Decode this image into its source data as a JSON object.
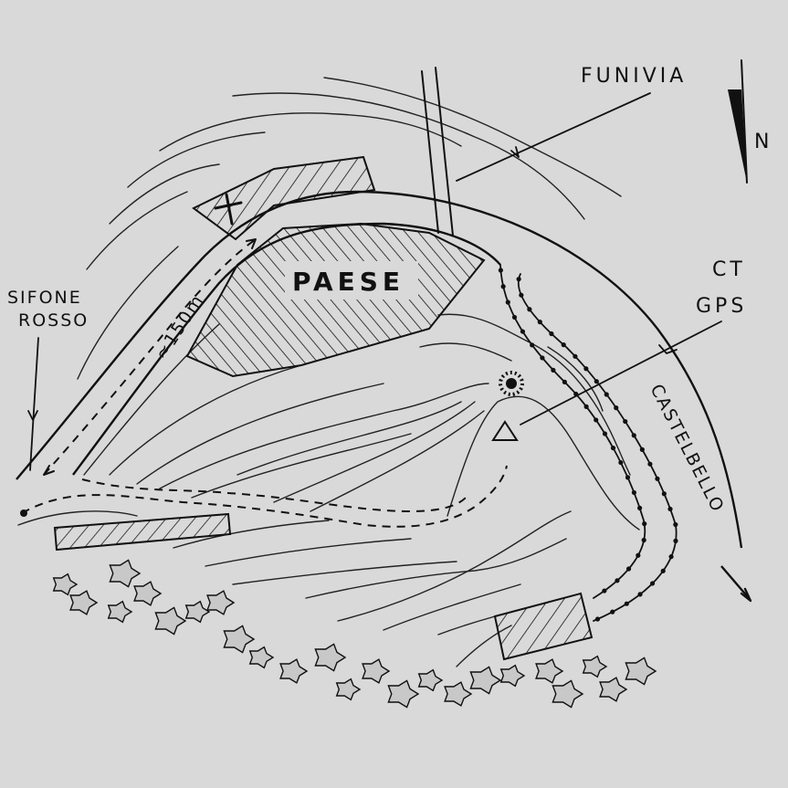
{
  "map": {
    "labels": {
      "funivia": "FUNIVIA",
      "north": "N",
      "ct": "CT",
      "gps": "GPS",
      "sifone": "SIFONE",
      "rosso": "ROSSO",
      "paese": "PAESE",
      "distance": "≈150m",
      "castelbello": "CASTELBELLO"
    }
  }
}
